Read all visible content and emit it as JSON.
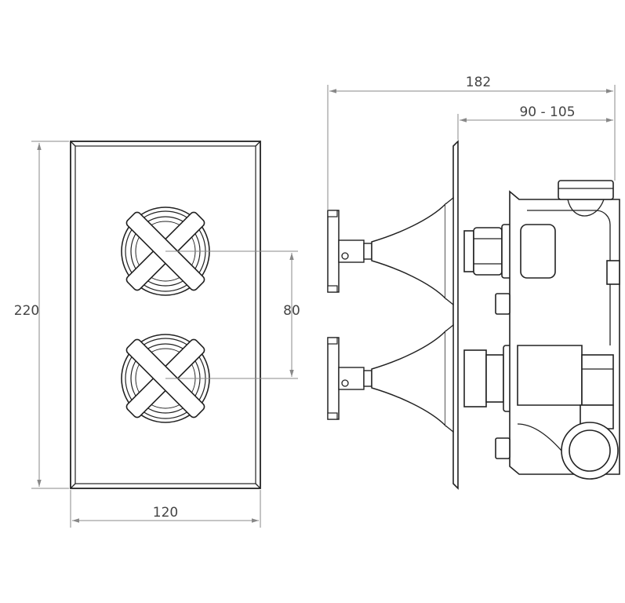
{
  "dimensions": {
    "front_height": "220",
    "front_width": "120",
    "handle_spacing": "80",
    "side_total_depth": "182",
    "side_wall_depth": "90 - 105"
  },
  "colors": {
    "line": "#222222",
    "dimension_line": "#888888",
    "dimension_text": "#444444",
    "background": "#ffffff"
  }
}
